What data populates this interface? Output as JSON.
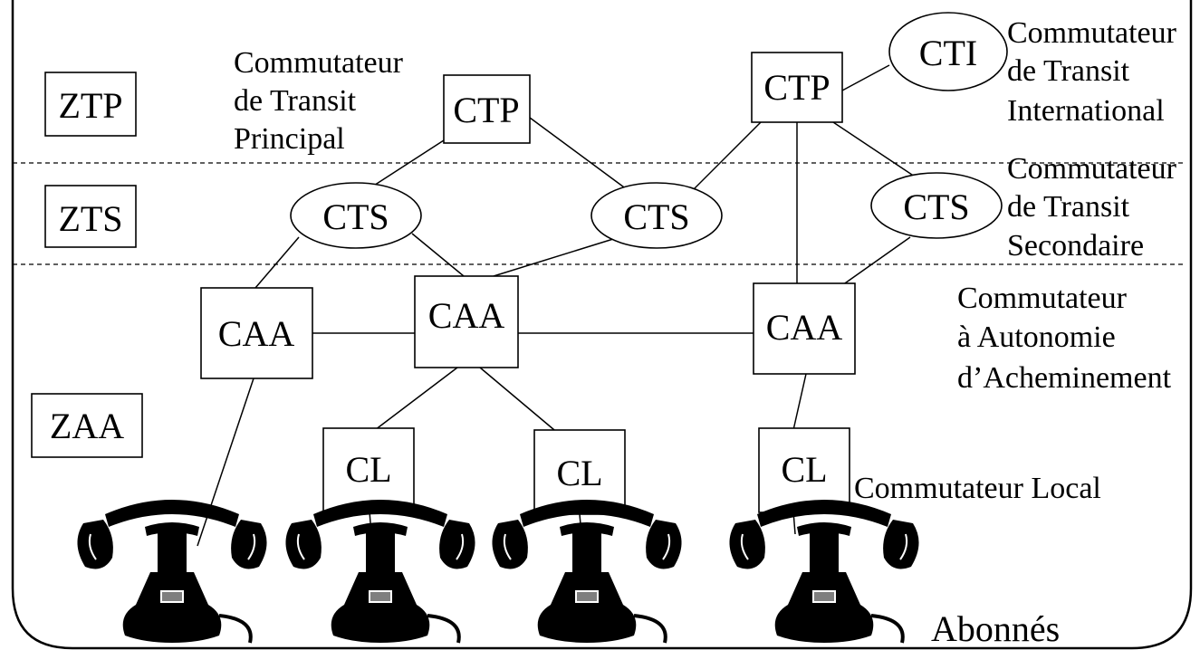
{
  "zones": {
    "ztp": "ZTP",
    "zts": "ZTS",
    "zaa": "ZAA"
  },
  "nodes": {
    "ctp_left": "CTP",
    "ctp_right": "CTP",
    "cti": "CTI",
    "cts_left": "CTS",
    "cts_mid": "CTS",
    "cts_right": "CTS",
    "caa_left": "CAA",
    "caa_mid": "CAA",
    "caa_right": "CAA",
    "cl_1": "CL",
    "cl_2": "CL",
    "cl_3": "CL"
  },
  "descriptions": {
    "ctp": [
      "Commutateur",
      "de Transit",
      "Principal"
    ],
    "cti": [
      "Commutateur",
      "de Transit",
      "International"
    ],
    "cts": [
      "Commutateur",
      "de Transit",
      "Secondaire"
    ],
    "caa": [
      "Commutateur",
      "à Autonomie",
      "d’Acheminement"
    ],
    "cl": "Commutateur Local",
    "subscribers": "Abonnés"
  },
  "icons": [
    "telephone-icon",
    "telephone-icon",
    "telephone-icon",
    "telephone-icon"
  ]
}
